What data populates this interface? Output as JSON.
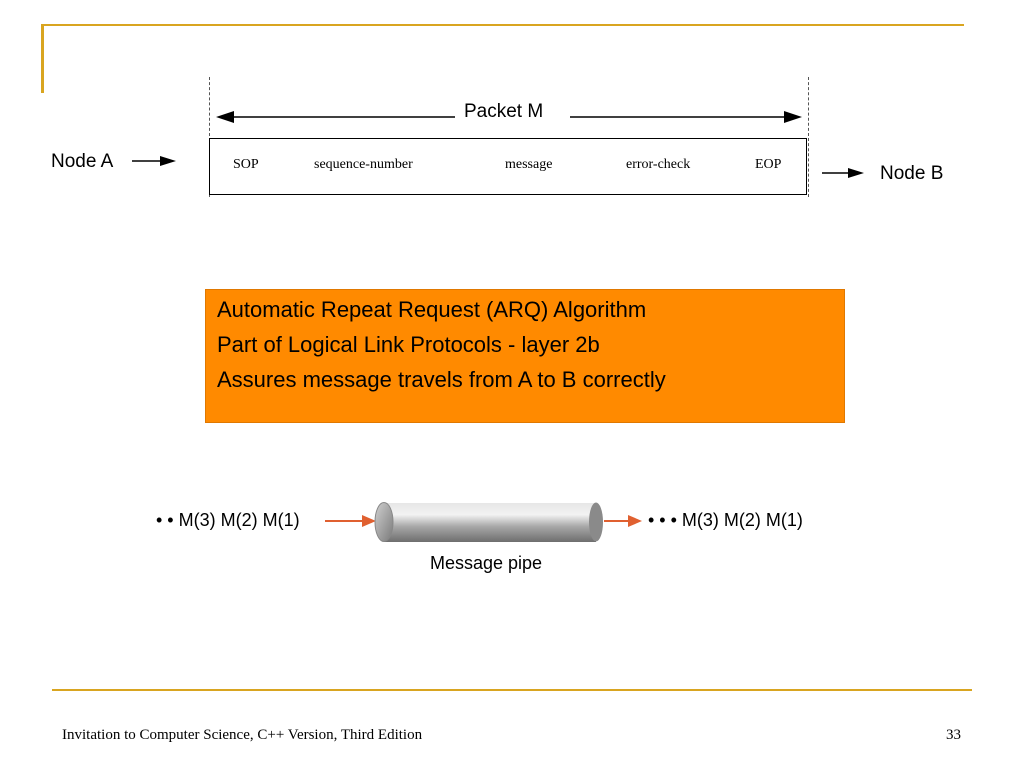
{
  "packet_diagram": {
    "title": "Packet M",
    "source_node": "Node A",
    "dest_node": "Node B",
    "fields": [
      "SOP",
      "sequence-number",
      "message",
      "error-check",
      "EOP"
    ]
  },
  "arq_box": {
    "lines": [
      "Automatic Repeat Request (ARQ) Algorithm",
      "Part of Logical Link Protocols - layer 2b",
      "Assures message travels from A to B correctly"
    ],
    "color": "#ff8a00"
  },
  "pipe_diagram": {
    "left_messages": "• • M(3) M(2) M(1)",
    "right_messages": "• • • M(3) M(2) M(1)",
    "caption": "Message pipe",
    "arrow_color": "#e06030"
  },
  "footer": {
    "text": "Invitation to Computer Science, C++ Version, Third Edition",
    "page_number": "33"
  },
  "accent_color": "#d9a520"
}
